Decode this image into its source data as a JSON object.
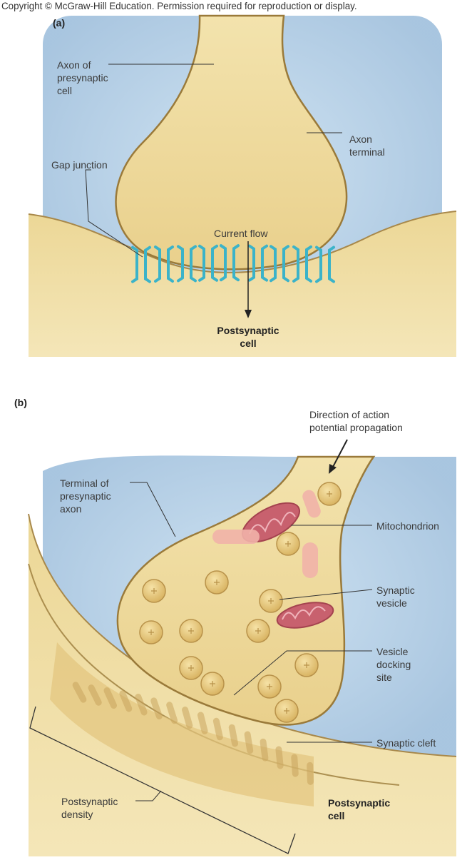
{
  "copyright": "Copyright © McGraw-Hill Education. Permission required for reproduction or display.",
  "panel_a": {
    "letter": "(a)",
    "labels": {
      "axon_presynaptic": "Axon of\npresynaptic\ncell",
      "axon_terminal": "Axon\nterminal",
      "gap_junction": "Gap junction",
      "current_flow": "Current flow",
      "postsynaptic_cell": "Postsynaptic\ncell"
    }
  },
  "panel_b": {
    "letter": "(b)",
    "labels": {
      "direction_ap": "Direction of action\npotential propagation",
      "terminal_presynaptic": "Terminal of\npresynaptic\naxon",
      "mitochondrion": "Mitochondrion",
      "synaptic_vesicle": "Synaptic\nvesicle",
      "vesicle_docking": "Vesicle\ndocking\nsite",
      "synaptic_cleft": "Synaptic cleft",
      "postsynaptic_density": "Postsynaptic\ndensity",
      "postsynaptic_cell": "Postsynaptic\ncell"
    }
  },
  "colors": {
    "extracellular": "#b9d4e8",
    "cytoplasm": "#f1dfa3",
    "membrane": "#9a7a3a",
    "gap_junction": "#3bb3c9",
    "mitochondrion": "#c8616e",
    "vesicle": "#e8c87a"
  }
}
